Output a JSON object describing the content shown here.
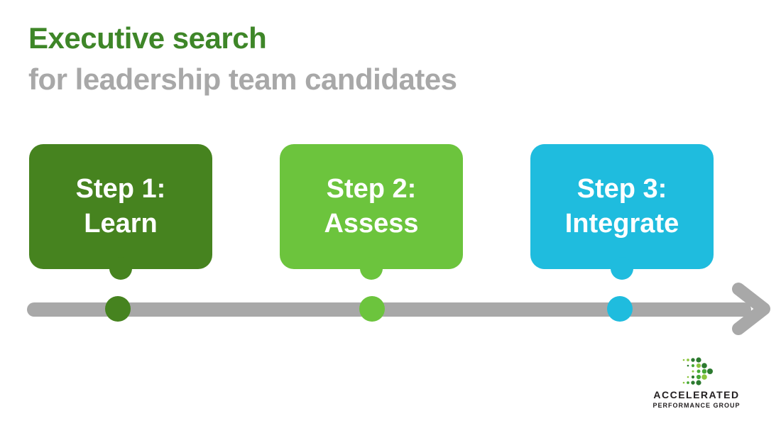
{
  "header": {
    "title": "Executive search",
    "subtitle": "for leadership team candidates",
    "title_color": "#3E8628",
    "subtitle_color": "#A8A8A8"
  },
  "steps": [
    {
      "step": "Step 1:",
      "label": "Learn",
      "color": "#46831F"
    },
    {
      "step": "Step 2:",
      "label": "Assess",
      "color": "#6CC43D"
    },
    {
      "step": "Step 3:",
      "label": "Integrate",
      "color": "#1FBCDE"
    }
  ],
  "timeline": {
    "color": "#A8A8A8"
  },
  "logo": {
    "line1": "ACCELERATED",
    "line2": "PERFORMANCE GROUP",
    "text_color": "#221E1F",
    "mark_colors": {
      "light": "#8CC63F",
      "mid": "#46A836",
      "dark": "#2C7A2F"
    }
  }
}
